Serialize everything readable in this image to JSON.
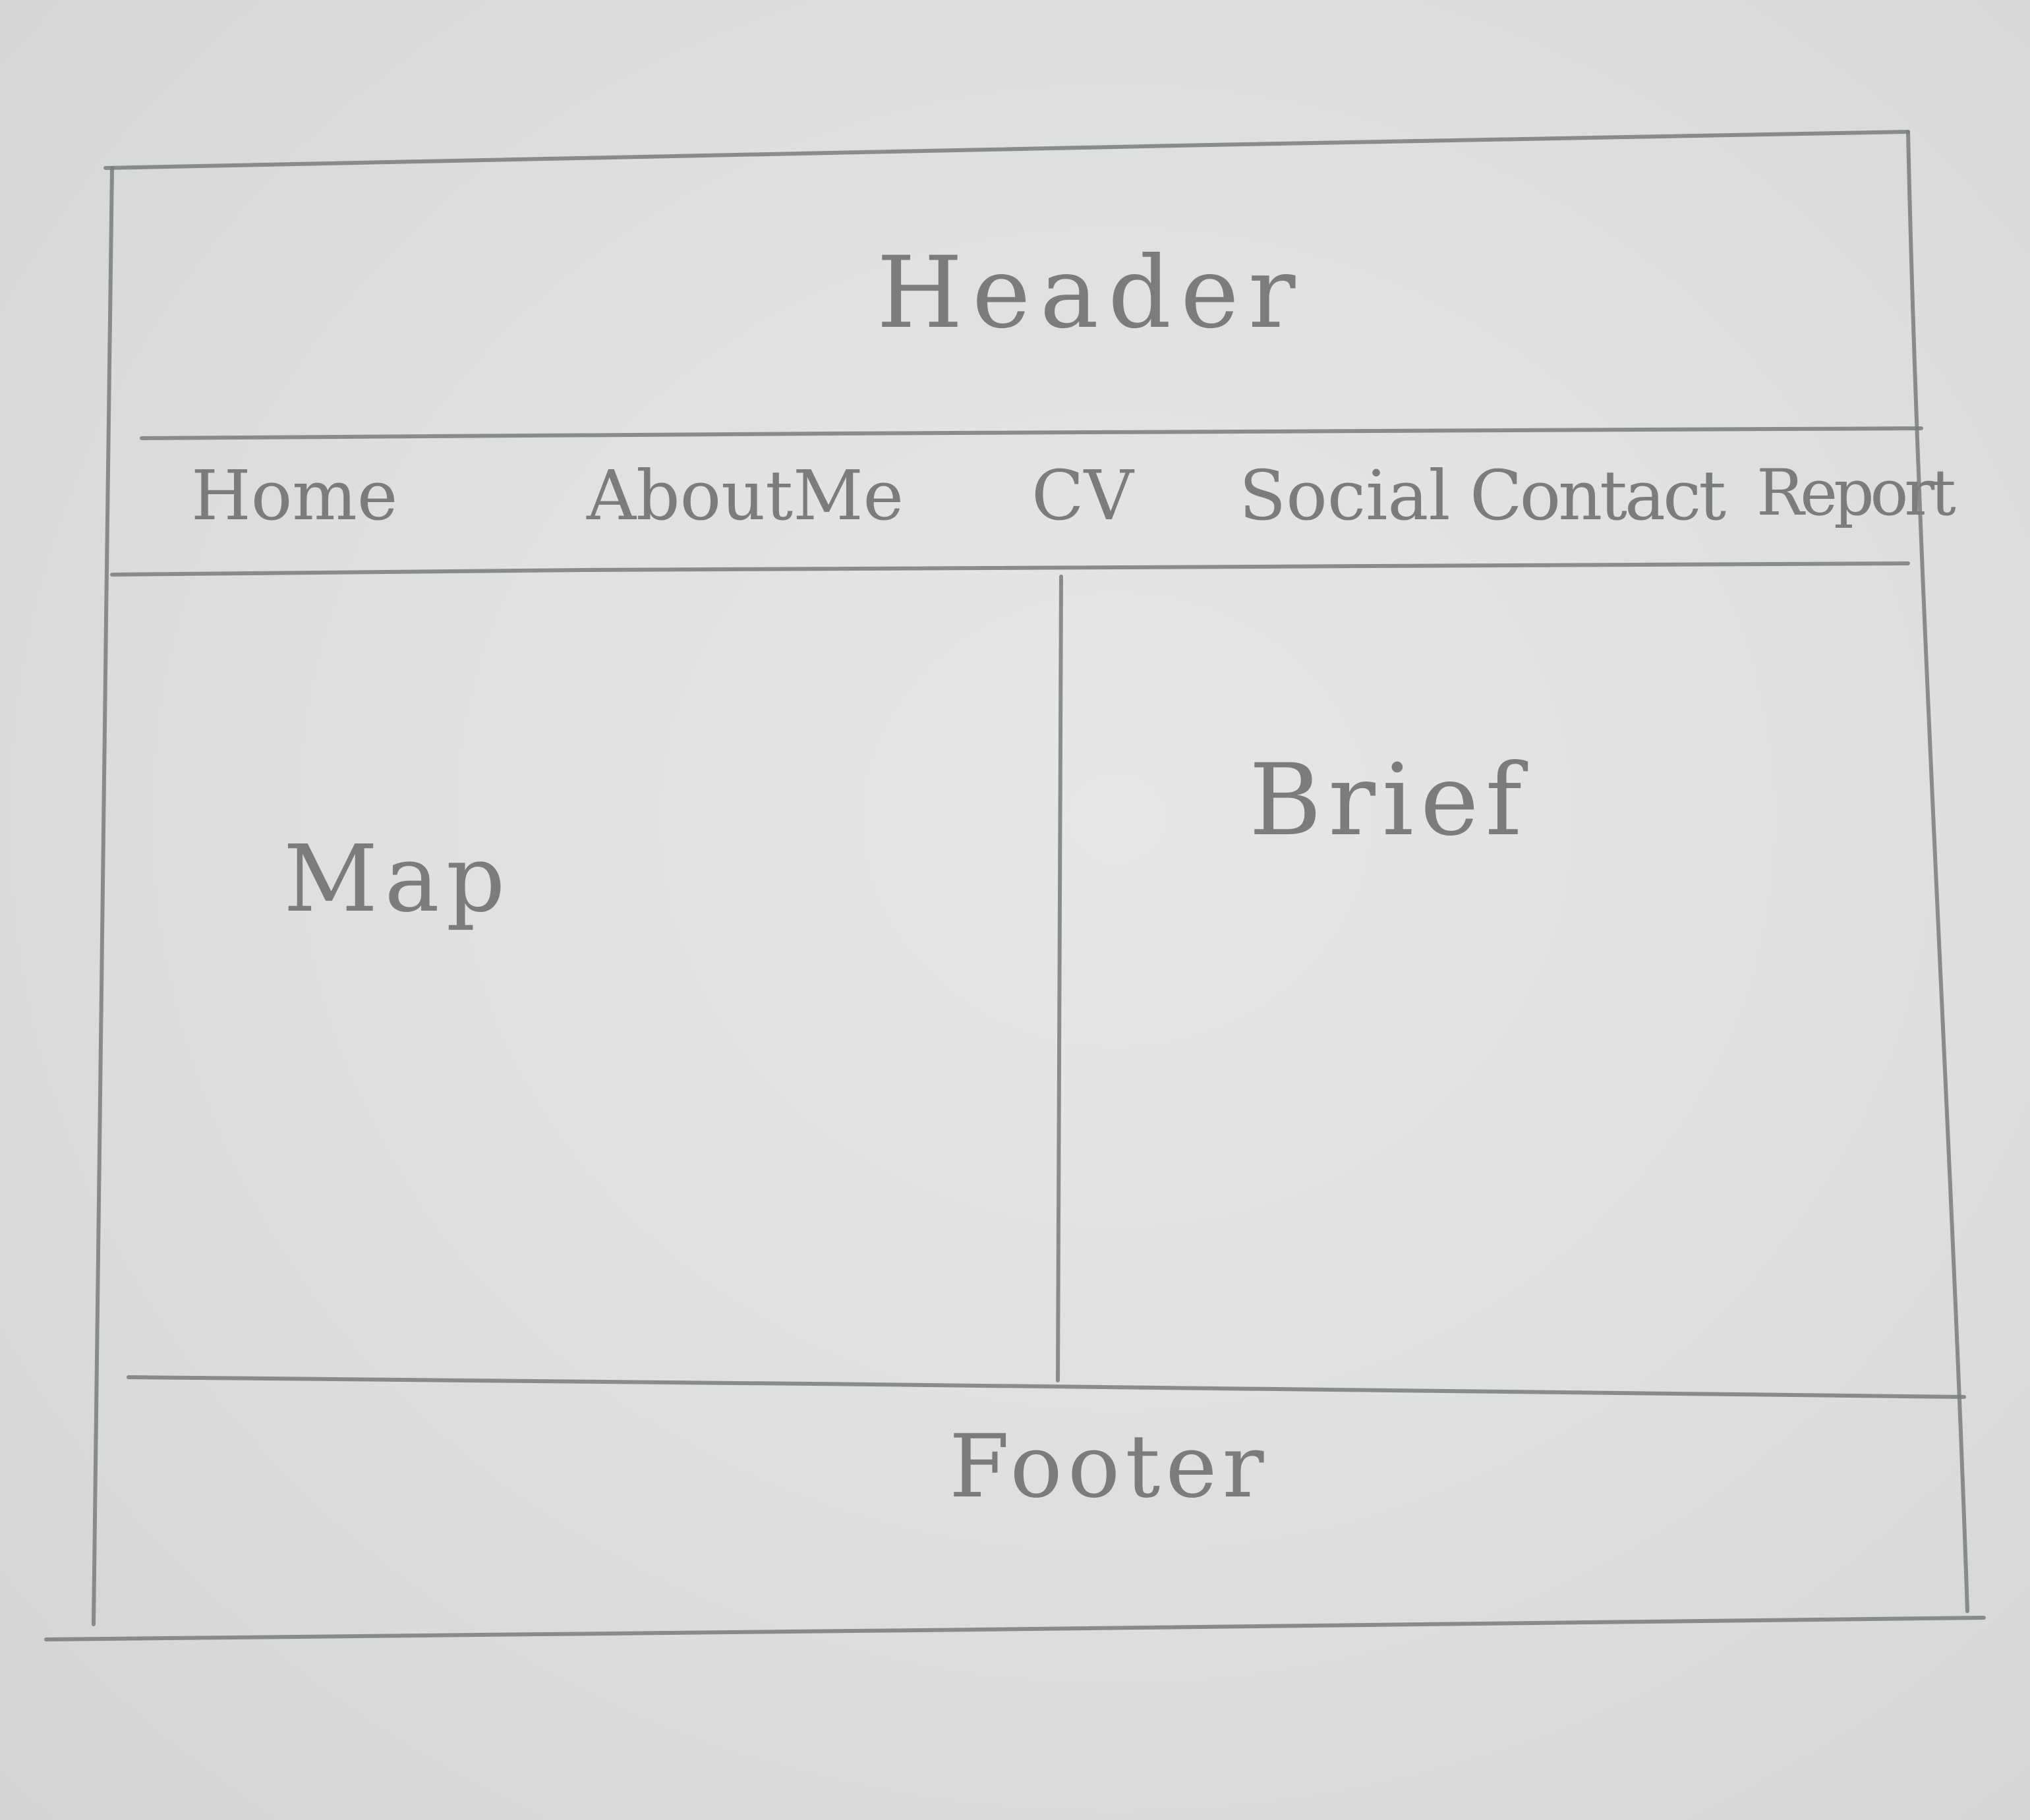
{
  "header": {
    "label": "Header"
  },
  "nav": {
    "items": [
      {
        "label": "Home"
      },
      {
        "label": "AboutMe"
      },
      {
        "label": "CV"
      },
      {
        "label": "Social"
      },
      {
        "label": "Contact"
      },
      {
        "label": "Report"
      }
    ]
  },
  "main": {
    "left_panel": {
      "label": "Map"
    },
    "right_panel": {
      "label": "Brief"
    }
  },
  "footer": {
    "label": "Footer"
  },
  "colors": {
    "paper": "#dfe1e0",
    "pencil": "#7a7c7c"
  }
}
